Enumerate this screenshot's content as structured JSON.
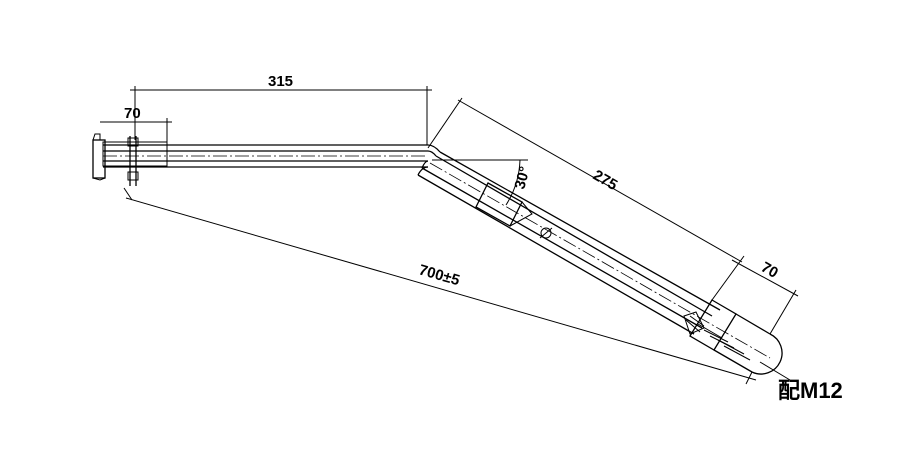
{
  "dimensions": {
    "top_length": "315",
    "left_end": "70",
    "angled_length": "275",
    "right_end": "70",
    "angle": "30°",
    "overall_length": "700±5"
  },
  "note": "配M12"
}
